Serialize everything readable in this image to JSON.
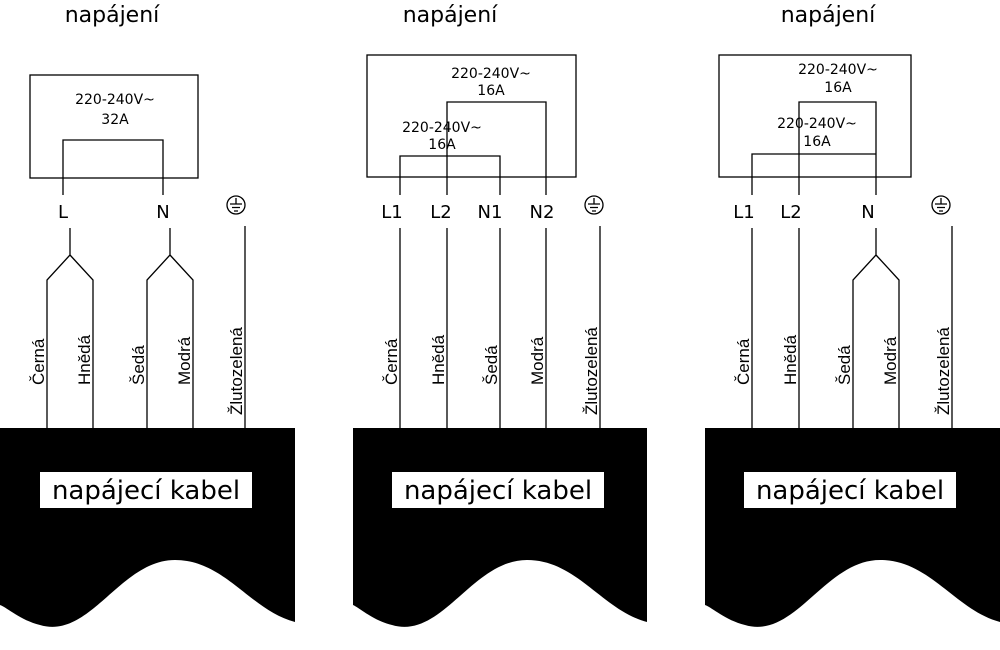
{
  "diagrams": [
    {
      "title": "napájení",
      "ratings": [
        {
          "voltage": "220-240V~",
          "current": "32A"
        }
      ],
      "terminals": [
        "L",
        "N",
        "⏚"
      ],
      "wires": [
        "Černá",
        "Hnědá",
        "Šedá",
        "Modrá",
        "Žlutozelená"
      ],
      "cable_label": "napájecí kabel"
    },
    {
      "title": "napájení",
      "ratings": [
        {
          "voltage": "220-240V~",
          "current": "16A"
        },
        {
          "voltage": "220-240V~",
          "current": "16A"
        }
      ],
      "terminals": [
        "L1",
        "L2",
        "N1",
        "N2",
        "⏚"
      ],
      "wires": [
        "Černá",
        "Hnědá",
        "Šedá",
        "Modrá",
        "Žlutozelená"
      ],
      "cable_label": "napájecí kabel"
    },
    {
      "title": "napájení",
      "ratings": [
        {
          "voltage": "220-240V~",
          "current": "16A"
        },
        {
          "voltage": "220-240V~",
          "current": "16A"
        }
      ],
      "terminals": [
        "L1",
        "L2",
        "N",
        "⏚"
      ],
      "wires": [
        "Černá",
        "Hnědá",
        "Šedá",
        "Modrá",
        "Žlutozelená"
      ],
      "cable_label": "napájecí kabel"
    }
  ]
}
